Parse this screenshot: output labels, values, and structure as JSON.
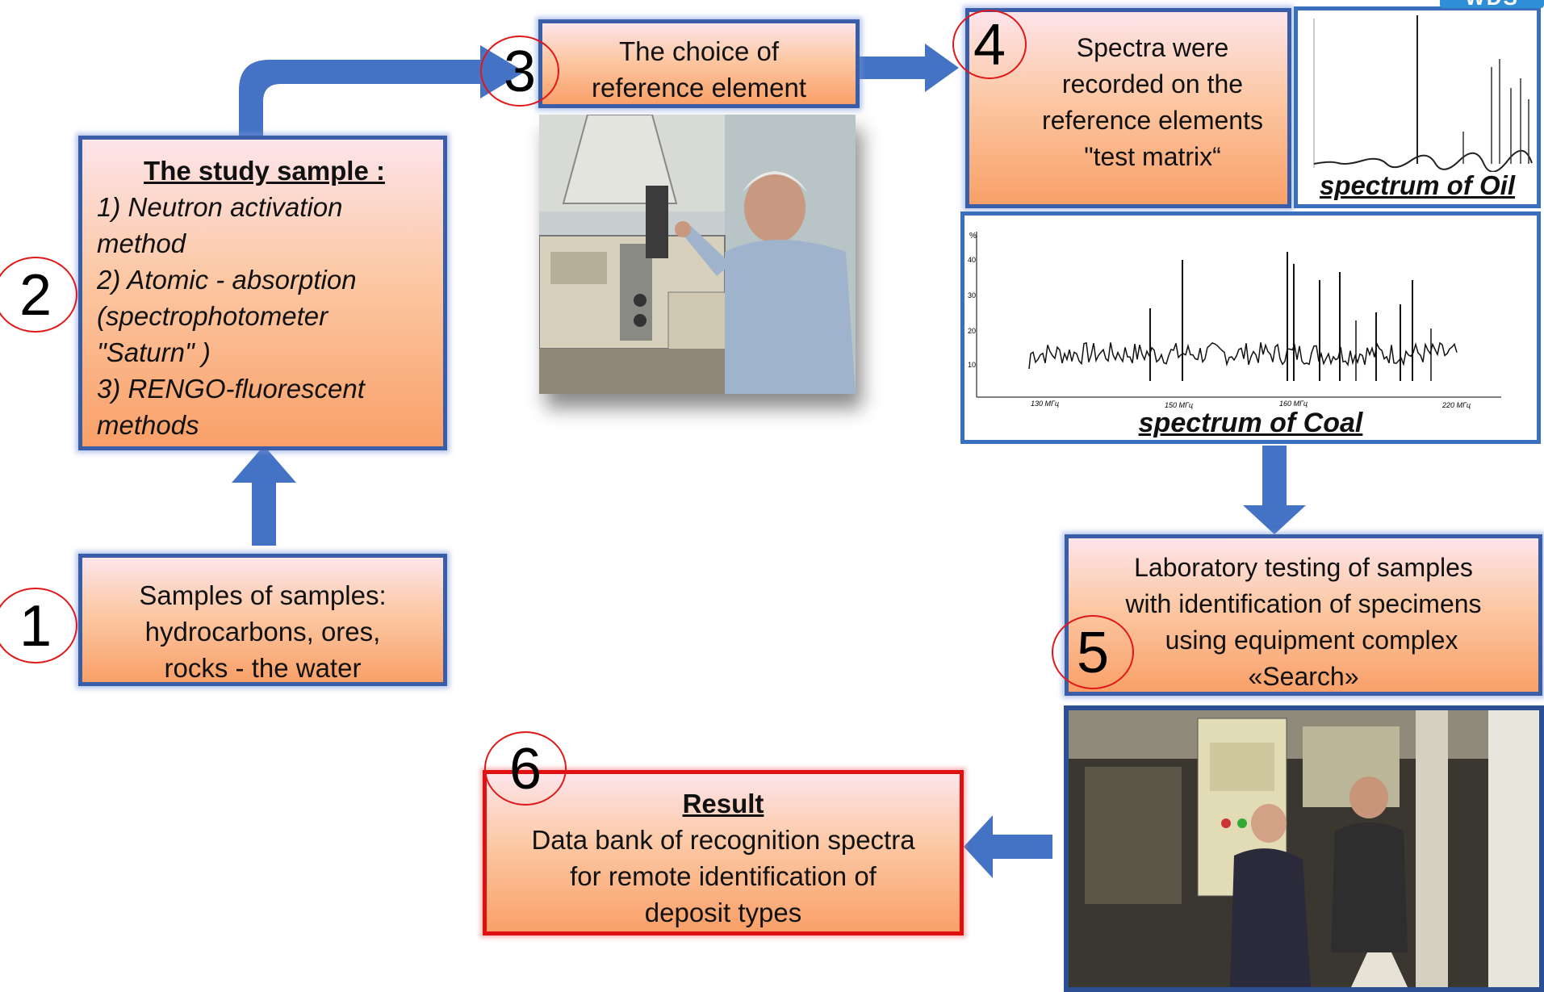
{
  "steps": {
    "step1": {
      "number": "1",
      "lines": [
        "Samples of samples:",
        "hydrocarbons, ores,",
        "rocks - the water"
      ]
    },
    "step2": {
      "number": "2",
      "title": "The study sample :",
      "lines": [
        "1) Neutron activation",
        "method",
        "2) Atomic - absorption",
        "(spectrophotometer",
        "\"Saturn\" )",
        "3) RENGO-fluorescent",
        "methods"
      ]
    },
    "step3": {
      "number": "3",
      "lines": [
        "The choice of",
        "reference element"
      ]
    },
    "step4": {
      "number": "4",
      "lines": [
        "Spectra were",
        "recorded on the",
        "reference elements",
        "\"test matrix“"
      ]
    },
    "step5": {
      "number": "5",
      "lines": [
        "Laboratory testing of samples",
        "with identification of specimens",
        "using equipment complex",
        "«Search»"
      ]
    },
    "step6": {
      "number": "6",
      "title": "Result",
      "lines": [
        "Data bank of recognition spectra",
        "for remote identification of",
        "deposit types"
      ]
    }
  },
  "spectra": {
    "oil_caption": "spectrum of Oil",
    "coal_caption": "spectrum of Coal",
    "coal_y_ticks": [
      "%",
      "40",
      "30",
      "20",
      "10"
    ],
    "coal_x_ticks": [
      "130 МГц",
      "150 МГц",
      "160 МГц",
      "220 МГц"
    ]
  },
  "corner_badge": "WDS",
  "colors": {
    "box_border": "#3a5da8",
    "result_border": "#e01010",
    "arrow": "#4472c4",
    "number_ring": "#e01818"
  }
}
